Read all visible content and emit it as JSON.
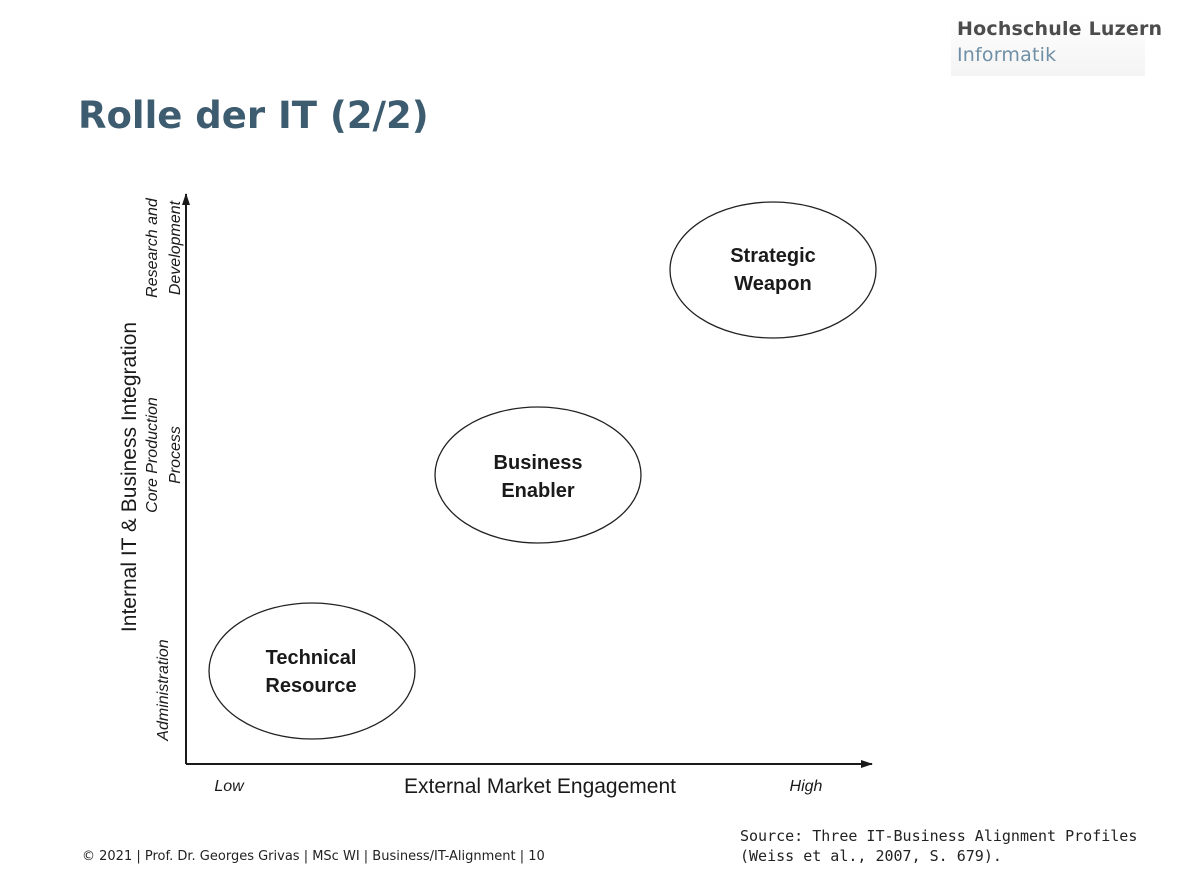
{
  "header": {
    "logo_line1": "Hochschule Luzern",
    "logo_line2": "Informatik"
  },
  "slide": {
    "title": "Rolle der IT (2/2)"
  },
  "diagram": {
    "y_axis_title": "Internal IT & Business Integration",
    "y_levels": [
      {
        "line1": "Research and",
        "line2": "Development"
      },
      {
        "line1": "Core Production",
        "line2": "Process"
      },
      {
        "line1": "Administration",
        "line2": ""
      }
    ],
    "x_axis_title": "External Market Engagement",
    "x_low": "Low",
    "x_high": "High",
    "profiles": [
      {
        "line1": "Technical",
        "line2": "Resource"
      },
      {
        "line1": "Business",
        "line2": "Enabler"
      },
      {
        "line1": "Strategic",
        "line2": "Weapon"
      }
    ]
  },
  "footer": {
    "text": "© 2021 | Prof. Dr. Georges Grivas | MSc WI | Business/IT-Alignment | 10"
  },
  "source": {
    "line1": "Source: Three IT-Business Alignment Profiles",
    "line2": "(Weiss et al., 2007, S. 679)."
  }
}
